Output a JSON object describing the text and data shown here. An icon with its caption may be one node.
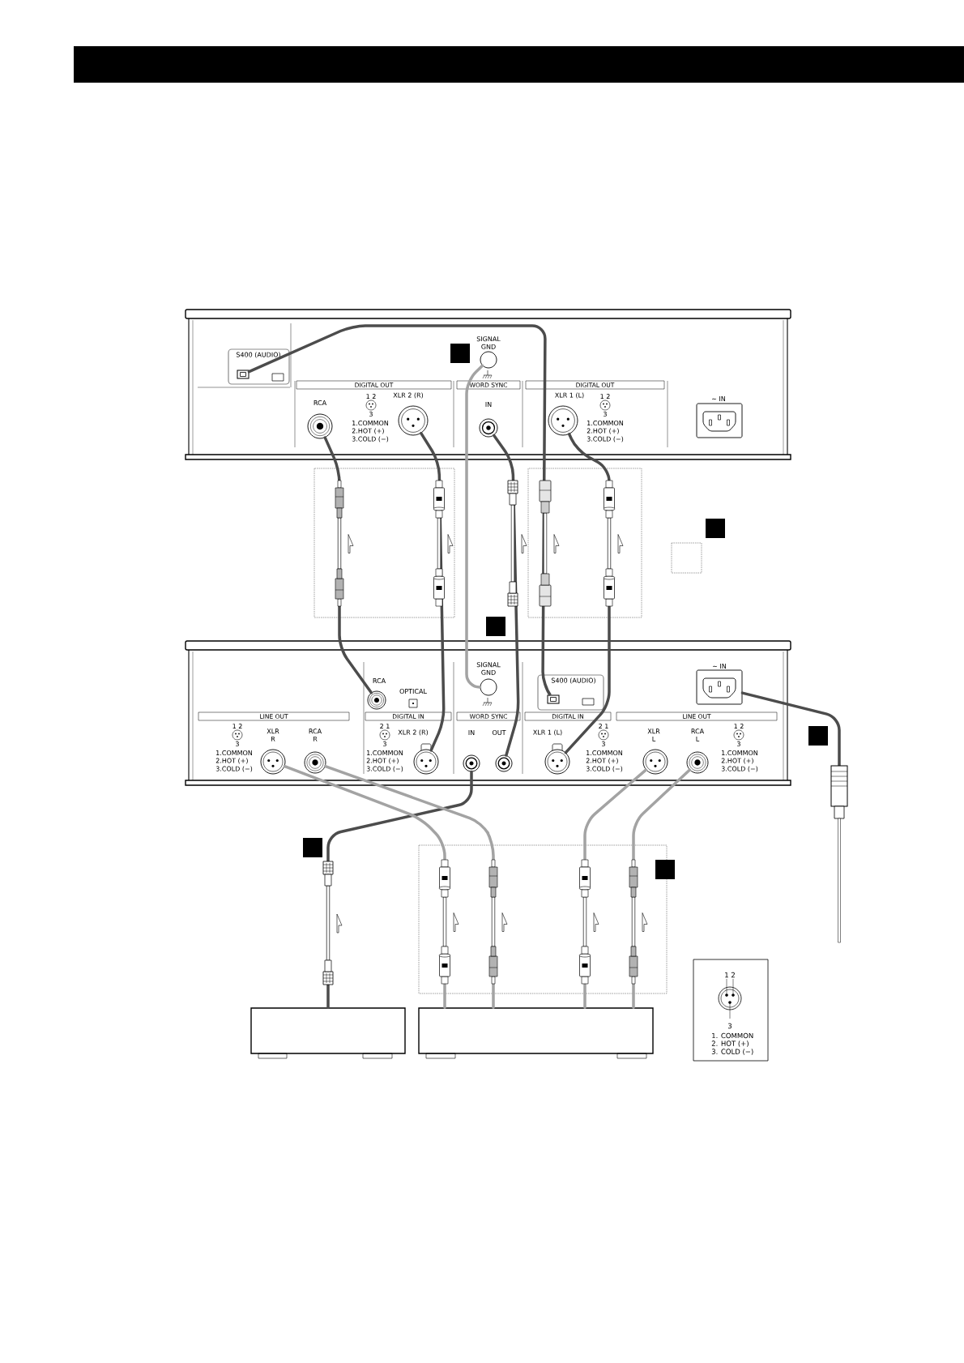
{
  "diagram": {
    "nodes": [
      {
        "text": [],
        "shape": "box"
      },
      {
        "text": [
          "S400 (AUDIO)"
        ],
        "in": 0
      },
      {
        "text": [
          "SIGNAL GND"
        ],
        "in": 0
      },
      {
        "text": [
          "RCA"
        ],
        "in": 0
      },
      {
        "text": [
          "XLR 2 (R)"
        ],
        "in": 0
      },
      {
        "text": [
          "IN"
        ],
        "in": 0
      },
      {
        "text": [
          "XLR 1 (L)"
        ],
        "in": 0
      },
      {
        "text": [
          "∼ IN"
        ],
        "in": 0
      },
      {
        "text": [],
        "shape": "box"
      },
      {
        "text": [
          "RCA"
        ],
        "in": 8
      },
      {
        "text": [
          "OPTICAL"
        ],
        "in": 8
      },
      {
        "text": [
          "SIGNAL GND"
        ],
        "in": 8
      },
      {
        "text": [
          "S400 (AUDIO)"
        ],
        "in": 8
      },
      {
        "text": [
          "∼ IN"
        ],
        "in": 8
      },
      {
        "text": [
          "XLR R"
        ],
        "in": 8
      },
      {
        "text": [
          "RCA R"
        ],
        "in": 8
      },
      {
        "text": [
          "XLR 2 (R)"
        ],
        "in": 8
      },
      {
        "text": [
          "IN"
        ],
        "in": 8
      },
      {
        "text": [
          "OUT"
        ],
        "in": 8
      },
      {
        "text": [
          "XLR 1 (L)"
        ],
        "in": 8
      },
      {
        "text": [
          "XLR L"
        ],
        "in": 8
      },
      {
        "text": [
          "RCA L"
        ],
        "in": 8
      },
      {
        "text": [],
        "shape": "box"
      },
      {
        "text": [],
        "shape": "box"
      },
      {
        "text": [
          "1 2",
          "3",
          "1. COMMON",
          "2. HOT (+)",
          "3. COLD (−)"
        ]
      }
    ],
    "edges": [
      {
        "from": 3,
        "to": 9,
        "arrow": "none"
      },
      {
        "from": 4,
        "to": 16,
        "arrow": "none"
      },
      {
        "from": 2,
        "to": 11,
        "arrow": "none",
        "color": "#a3a3a3"
      },
      {
        "from": 5,
        "to": 18,
        "arrow": "none"
      },
      {
        "from": 1,
        "to": 12,
        "arrow": "none"
      },
      {
        "from": 6,
        "to": 19,
        "arrow": "none"
      },
      {
        "from": 13,
        "to": null,
        "arrow": "none"
      },
      {
        "from": 17,
        "to": 22,
        "arrow": "none"
      },
      {
        "from": 14,
        "to": 23,
        "arrow": "none",
        "color": "#a3a3a3"
      },
      {
        "from": 15,
        "to": 23,
        "arrow": "none",
        "color": "#a3a3a3"
      },
      {
        "from": 20,
        "to": 23,
        "arrow": "none",
        "color": "#a3a3a3"
      },
      {
        "from": 21,
        "to": 23,
        "arrow": "none",
        "color": "#a3a3a3"
      }
    ],
    "labels": [
      "DIGITAL OUT",
      "1 2",
      "3",
      "1.COMMON",
      "2.HOT (+)",
      "3.COLD (−)",
      "WORD SYNC",
      "DIGITAL OUT",
      "1 2",
      "3",
      "1.COMMON",
      "2.HOT (+)",
      "3.COLD (−)",
      "LINE OUT",
      "1 2",
      "3",
      "1.COMMON",
      "2.HOT (+)",
      "3.COLD (−)",
      "DIGITAL IN",
      "2 1",
      "3",
      "1.COMMON",
      "2.HOT (+)",
      "3.COLD (−)",
      "WORD SYNC",
      "DIGITAL IN",
      "2 1",
      "3",
      "1.COMMON",
      "2.HOT (+)",
      "3.COLD (−)",
      "LINE OUT",
      "1 2",
      "3",
      "1.COMMON",
      "2.HOT (+)",
      "3.COLD (−)"
    ]
  }
}
